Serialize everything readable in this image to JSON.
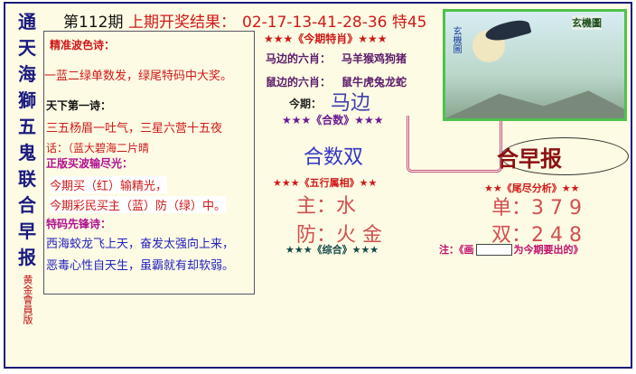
{
  "side_title": [
    "通",
    "天",
    "海",
    "獅",
    "五",
    "鬼",
    "联",
    "合",
    "早",
    "报"
  ],
  "side_sub": "黄金會員版",
  "issue": "第112期",
  "last_result_label": "上期开奖结果：",
  "last_result": "02-17-13-41-28-36 特45",
  "poem_box": {
    "wave_title": "精准波色诗：",
    "wave_line": "一蓝二绿单数发，绿尾特码中大奖。",
    "first_title": "天下第一诗：",
    "first_line": "三五杨眉一吐气，三星六营十五夜",
    "riddle_line": "话：（蓝大碧海二片晴",
    "zheng_title": "正版买波输尽光：",
    "zheng_line1": "今期买（红）输精光，",
    "zheng_line2": "今期彩民买主（蓝）防（绿）中。",
    "tema_title": "特码先锋诗：",
    "tema_line1": "西海蛟龙飞上天，奋发太强向上来，",
    "tema_line2": "恶毒心性自天生，虽霸就有却软弱。"
  },
  "tequ": {
    "title": "★★★《今期特肖》★★★",
    "ma_label": "马边的六肖：",
    "ma_value": "马羊猴鸡狗猪",
    "shu_label": "鼠边的六肖：",
    "shu_value": "鼠牛虎兔龙蛇",
    "today_label": "今期：",
    "today_value": "马边"
  },
  "heshu": {
    "title": "★★★《合数》★★★",
    "value": "合数双"
  },
  "wuxing": {
    "title": "★★★《五行属相》★★",
    "main": "主：水",
    "fang": "防：火 金"
  },
  "zonghe": {
    "title": "★★★《综合》★★★"
  },
  "weijin": {
    "title": "★★《尾尽分析》★★",
    "dan": "单：3 7 9",
    "shuang": "双：2 4 8"
  },
  "note": {
    "prefix": "注：《画",
    "suffix": "为今期要出的》"
  },
  "banner": "合早报",
  "picture": {
    "logo": "玄機圖",
    "side_text": "玄機圖"
  }
}
